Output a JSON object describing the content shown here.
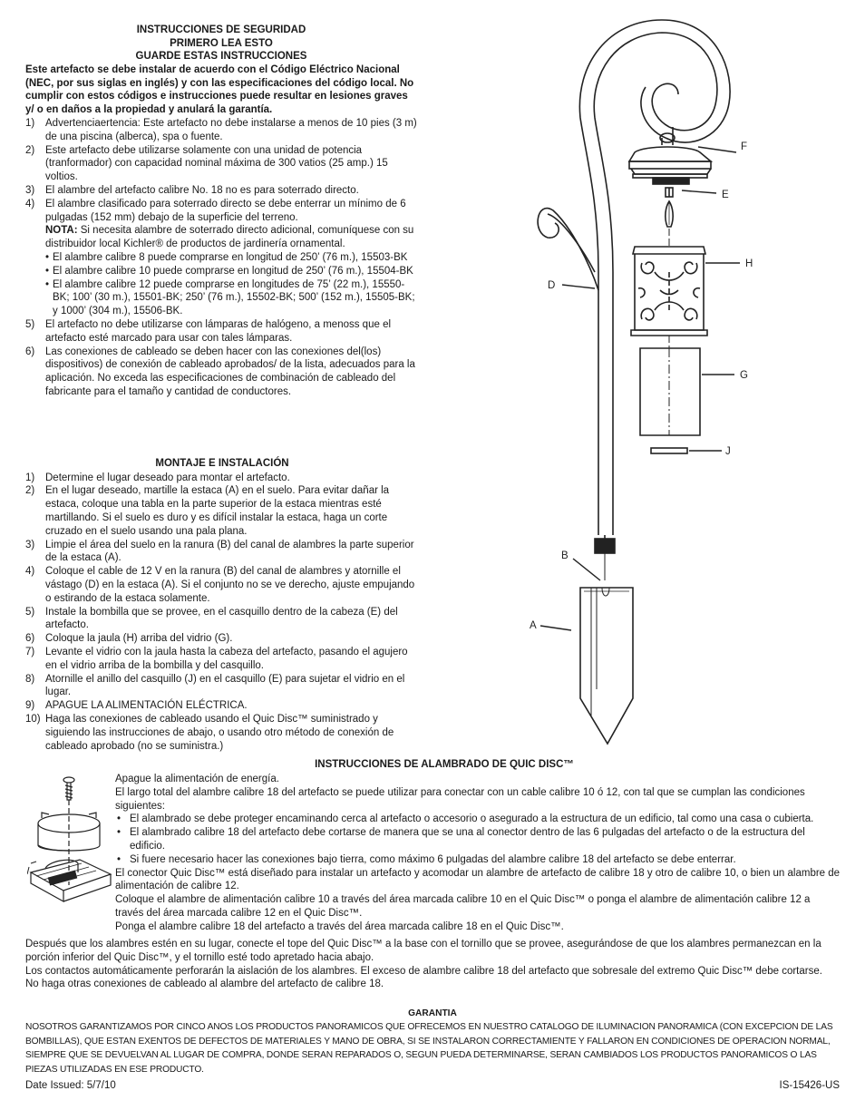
{
  "safety": {
    "title1": "INSTRUCCIONES DE SEGURIDAD",
    "title2": "PRIMERO LEA ESTO",
    "title3": "GUARDE ESTAS INSTRUCCIONES",
    "intro": "Este artefacto se debe instalar de acuerdo con el Código Eléctrico Nacional (NEC, por sus siglas en inglés) y con las especificaciones del código local.  No cumplir con estos códigos e instrucciones puede resultar en lesiones graves y/ o en daños a la propiedad y anulará la garantía.",
    "items": [
      {
        "num": "1)",
        "text": "Advertenciaertencia: Este artefacto no debe instalarse a menos de 10 pies (3 m) de una piscina (alberca), spa o fuente."
      },
      {
        "num": "2)",
        "text": "Este artefacto debe utilizarse solamente con una unidad de potencia (tranformador) con capacidad nominal máxima de 300 vatios (25 amp.) 15 voltios."
      },
      {
        "num": "3)",
        "text": "El alambre del artefacto calibre No. 18 no es para soterrado directo."
      },
      {
        "num": "4)",
        "text": "El alambre clasificado para soterrado directo se debe enterrar un mínimo de 6 pulgadas (152 mm) debajo de la superficie del terreno."
      }
    ],
    "note_label": "NOTA:",
    "note_text": " Si necesita alambre de soterrado directo adicional, comuníquese con su distribuidor local Kichler® de productos de jardinería ornamental.",
    "bullets": [
      "El alambre calibre 8 puede comprarse en longitud de 250’ (76 m.), 15503-BK",
      "El alambre calibre 10 puede comprarse en longitud de 250’ (76 m.), 15504-BK",
      "El alambre calibre 12 puede comprarse en longitudes de 75’ (22 m.), 15550-BK; 100’ (30 m.), 15501-BK; 250’ (76 m.), 15502-BK; 500’ (152 m.), 15505-BK; y 1000’ (304 m.), 15506-BK."
    ],
    "items2": [
      {
        "num": "5)",
        "text": "El artefacto no debe utilizarse con lámparas de halógeno, a menoss que el artefacto esté marcado para usar con tales lámparas."
      },
      {
        "num": "6)",
        "text": "Las conexiones de cableado se deben hacer con las conexiones del(los) dispositivos) de conexión de cableado aprobados/ de la lista, adecuados para la aplicación.  No exceda las especificaciones de combinación de cableado del fabricante para el tamaño y cantidad de conductores."
      }
    ]
  },
  "mounting": {
    "title": "MONTAJE E INSTALACIÓN",
    "items": [
      {
        "num": "1)",
        "text": "Determine el lugar deseado para montar el artefacto."
      },
      {
        "num": "2)",
        "text": "En el lugar deseado, martille la estaca (A) en el suelo. Para evitar dañar la estaca, coloque una tabla en la parte superior de la estaca mientras esté martillando. Si el suelo es duro y es difícil instalar la estaca, haga un corte cruzado en el suelo usando una pala plana."
      },
      {
        "num": "3)",
        "text": "Limpie el área del suelo en la ranura (B) del canal de alambres la parte superior de la estaca (A)."
      },
      {
        "num": "4)",
        "text": "Coloque el cable de 12 V en la ranura (B) del canal de alambres y atornille el vástago (D) en la estaca (A). Si el conjunto no se ve derecho, ajuste empujando o estirando de la estaca solamente."
      },
      {
        "num": "5)",
        "text": "Instale la bombilla que se provee, en el casquillo dentro de la cabeza (E) del artefacto."
      },
      {
        "num": "6)",
        "text": "Coloque la jaula (H) arriba del vidrio (G)."
      },
      {
        "num": "7)",
        "text": "Levante el vidrio con la jaula hasta la cabeza del artefacto, pasando el agujero en el vidrio arriba de la bombilla y del casquillo."
      },
      {
        "num": "8)",
        "text": "Atornille el anillo del casquillo (J) en el casquillo (E) para sujetar el vidrio en el lugar."
      },
      {
        "num": "9)",
        "text": "APAGUE LA ALIMENTACIÓN ELÉCTRICA."
      },
      {
        "num": "10)",
        "text": "Haga las conexiones de cableado usando el Quic Disc™ suministrado y siguiendo las instrucciones de abajo, o usando otro método de conexión de cableado aprobado (no se suministra.)"
      }
    ]
  },
  "diagram": {
    "labels": {
      "F": "F",
      "E": "E",
      "H": "H",
      "D": "D",
      "G": "G",
      "J": "J",
      "B": "B",
      "A": "A"
    }
  },
  "quicdisc": {
    "title": "INSTRUCCIONES DE ALAMBRADO DE QUIC DISC™",
    "p1": "Apague la alimentación de energía.",
    "p2": "El largo total del alambre calibre 18 del artefacto se puede utilizar para conectar con un cable calibre 10 ó 12, con tal que se cumplan las condiciones siguientes:",
    "bullets": [
      "El alambrado se debe proteger encaminando cerca al artefacto o accesorio o asegurado a la estructura de un edificio, tal como una casa o cubierta.",
      "El alambrado calibre 18 del artefacto debe cortarse de manera que se una al conector dentro de las 6 pulgadas del artefacto o de la estructura del edificio.",
      "Si fuere necesario hacer las conexiones bajo tierra, como máximo 6 pulgadas del alambre calibre 18 del artefacto se debe enterrar."
    ],
    "p3": "El conector Quic Disc™ está diseñado para instalar un artefacto y acomodar un alambre de artefacto de calibre 18 y otro de calibre 10, o bien un alambre de alimentación de calibre 12.",
    "p4": "Coloque el alambre de alimentación calibre 10 a través del área marcada calibre 10 en el Quic Disc™ o ponga el alambre de alimentación calibre 12 a través del área marcada calibre 12 en el Quic Disc™.",
    "p5": "Ponga el alambre calibre 18 del artefacto a través del área marcada calibre 18 en el Quic Disc™.",
    "p6": "Después que los alambres estén en su lugar, conecte el tope del Quic Disc™ a la base con el tornillo que se provee, asegurándose de que los alambres permanezcan en la porción inferior del Quic Disc™, y el tornillo esté todo apretado hacia abajo.",
    "p7": "Los contactos automáticamente perforarán la aislación de los alambres. El exceso de alambre calibre 18 del artefacto que sobresale del extremo Quic Disc™ debe cortarse.",
    "p8": "No haga otras conexiones de cableado al alambre del artefacto de calibre 18."
  },
  "warranty": {
    "title": "GARANTIA",
    "text": "NOSOTROS GARANTIZAMOS POR CINCO ANOS LOS PRODUCTOS PANORAMICOS QUE OFRECEMOS EN NUESTRO CATALOGO DE ILUMINACION PANORAMICA (CON EXCEPCION DE LAS BOMBILLAS), QUE ESTAN EXENTOS DE DEFECTOS DE MATERIALES Y MANO DE OBRA, SI SE INSTALARON CORRECTAMIENTE Y FALLARON EN CONDICIONES DE OPERACION NORMAL, SIEMPRE QUE SE DEVUELVAN AL LUGAR DE COMPRA, DONDE SERAN REPARADOS O, SEGUN PUEDA DETERMINARSE, SERAN CAMBIADOS LOS PRODUCTOS PANORAMICOS O LAS PIEZAS UTILIZADAS EN ESE PRODUCTO."
  },
  "footer": {
    "date": "Date Issued: 5/7/10",
    "code": "IS-15426-US"
  }
}
